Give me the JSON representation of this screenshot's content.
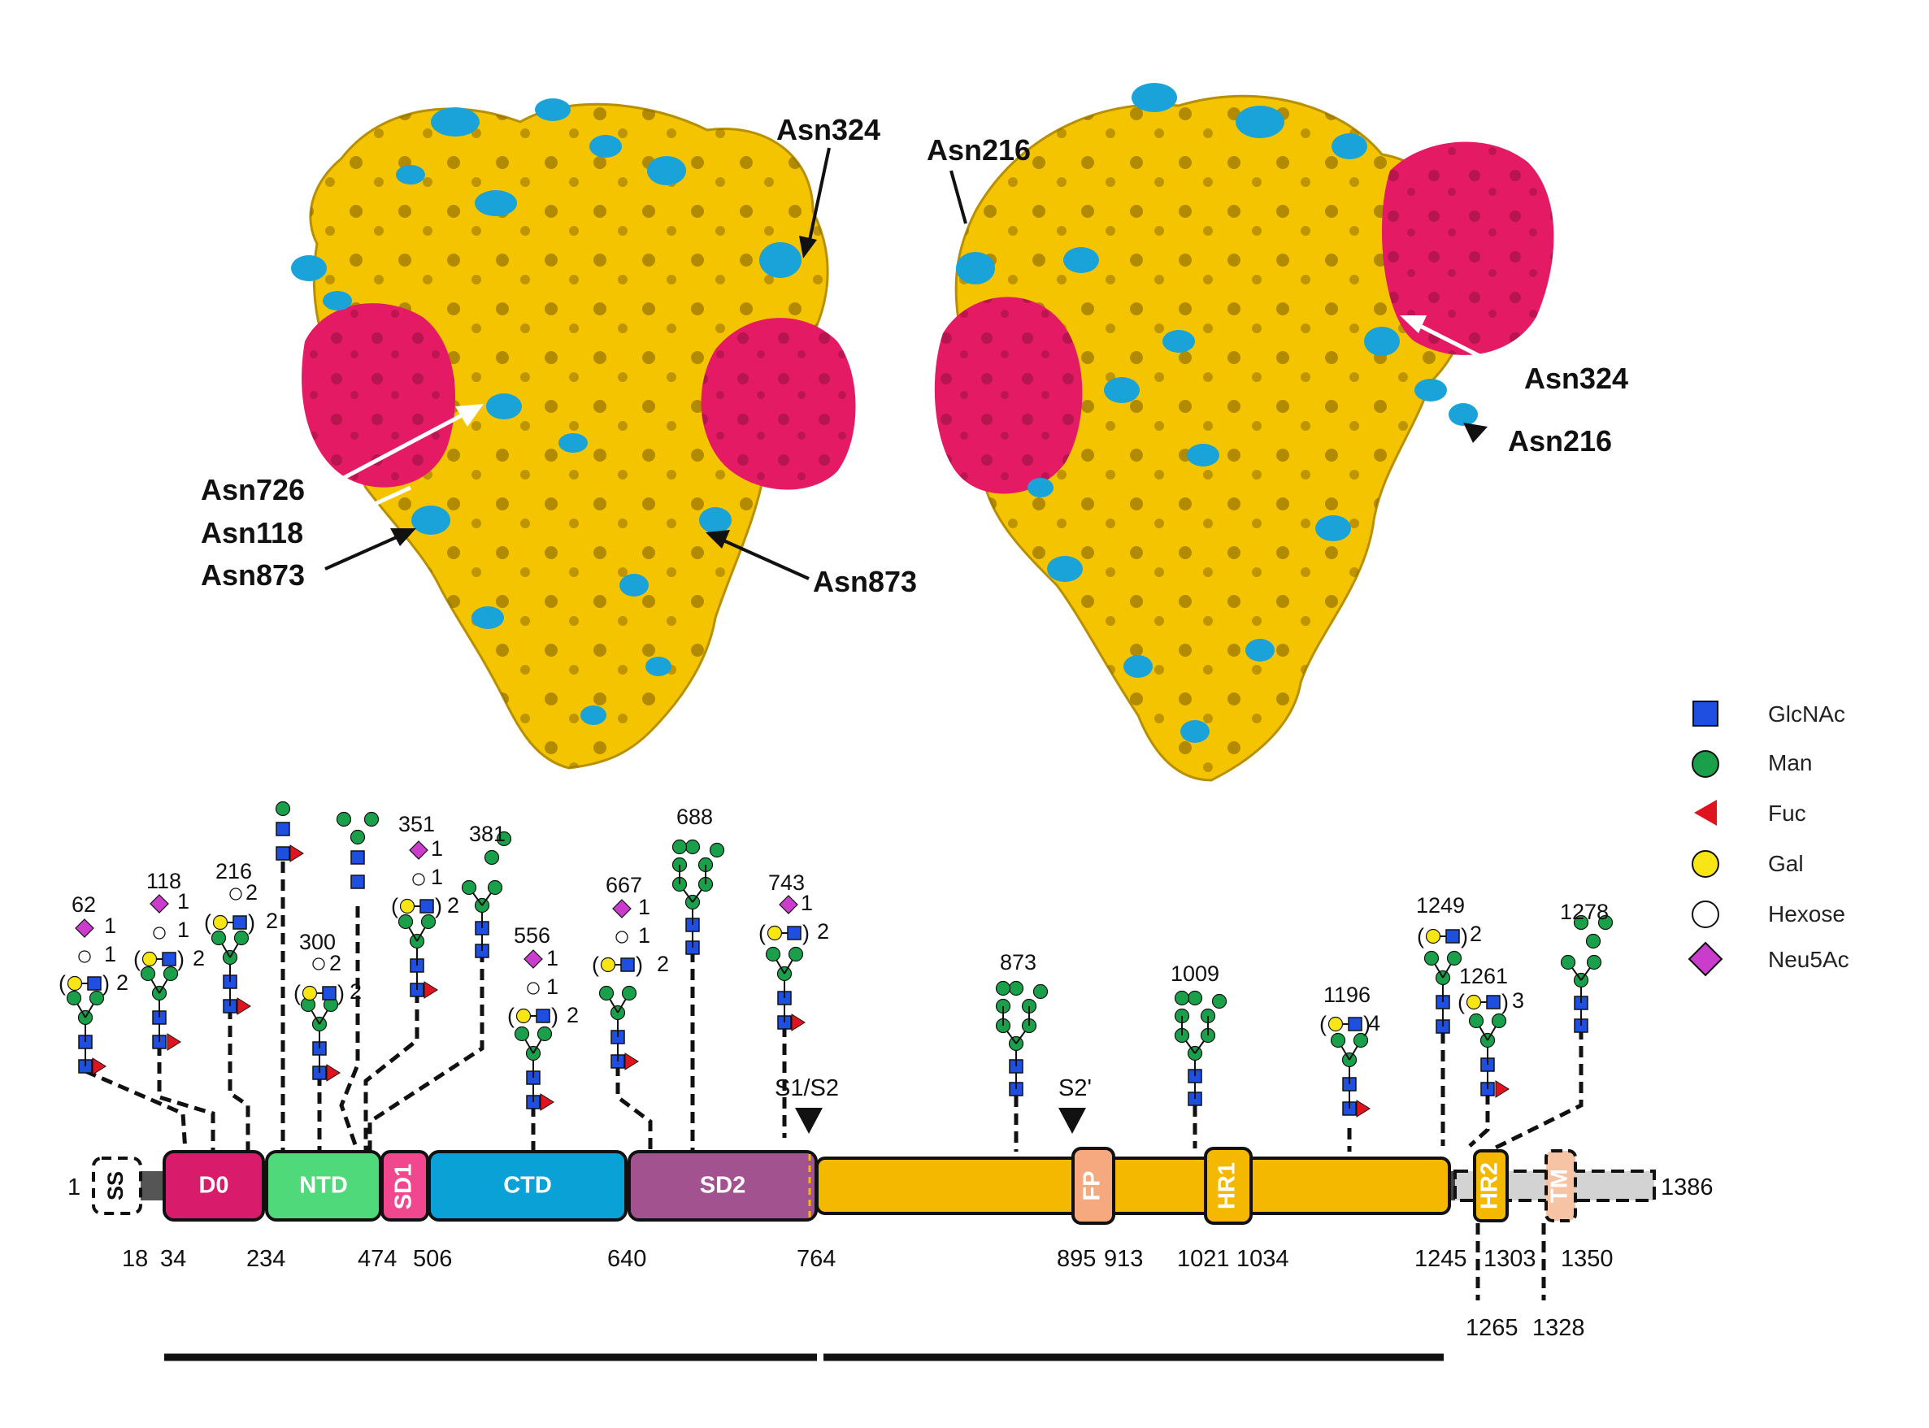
{
  "left_labels": {
    "asn324": "Asn324",
    "asn726": "Asn726",
    "asn118": "Asn118",
    "asn873_left": "Asn873",
    "asn873_right": "Asn873"
  },
  "right_labels": {
    "asn216_top": "Asn216",
    "asn324": "Asn324",
    "asn216_bottom": "Asn216"
  },
  "colors": {
    "yellow_map": "#f5c400",
    "blue_glycan": "#1aa3d9",
    "pink_domain": "#e51a64",
    "glcnac": "#1f4fe0",
    "man": "#1a9f4a",
    "fuc": "#e0141e",
    "gal": "#f7e516",
    "neu5ac": "#c93ccc"
  },
  "legend": [
    {
      "label": "GlcNAc",
      "icon": "blue-square-icon"
    },
    {
      "label": "Man",
      "icon": "green-circle-icon"
    },
    {
      "label": "Fuc",
      "icon": "red-triangle-icon"
    },
    {
      "label": "Gal",
      "icon": "yellow-circle-icon"
    },
    {
      "label": "Hexose",
      "icon": "white-circle-icon"
    },
    {
      "label": "Neu5Ac",
      "icon": "magenta-diamond-icon"
    }
  ],
  "domains": {
    "ss": "SS",
    "d0": "D0",
    "ntd": "NTD",
    "sd1": "SD1",
    "ctd": "CTD",
    "sd2": "SD2",
    "fp": "FP",
    "hr1": "HR1",
    "hr2": "HR2",
    "tm": "TM"
  },
  "positions": {
    "start": "1",
    "p18": "18",
    "p34": "34",
    "p234": "234",
    "p474": "474",
    "p506": "506",
    "p640": "640",
    "p764": "764",
    "p895": "895",
    "p913": "913",
    "p1021": "1021",
    "p1034": "1034",
    "p1245": "1245",
    "p1303": "1303",
    "p1350": "1350",
    "p1265": "1265",
    "p1328": "1328",
    "end": "1386"
  },
  "cleavage": {
    "s1s2": "S1/S2",
    "s2prime": "S2'"
  },
  "sites": {
    "s62": "62",
    "s118": "118",
    "s216": "216",
    "s300": "300",
    "s351": "351",
    "s381": "381",
    "s556": "556",
    "s667": "667",
    "s688": "688",
    "s743": "743",
    "s873": "873",
    "s1009": "1009",
    "s1196": "1196",
    "s1249": "1249",
    "s1261": "1261",
    "s1278": "1278"
  },
  "counts": {
    "s62_neu": "1",
    "s62_hex": "1",
    "s62_gal": "2",
    "s118_neu": "1",
    "s118_hex": "1",
    "s118_gal": "2",
    "s216_hex": "2",
    "s216_gal": "2",
    "s300_hex": "2",
    "s300_gal": "2",
    "s351_neu": "1",
    "s351_hex": "1",
    "s351_gal": "2",
    "s556_neu": "1",
    "s556_hex": "1",
    "s556_gal": "2",
    "s667_neu": "1",
    "s667_hex": "1",
    "s667_gal": "2",
    "s743_neu": "1",
    "s743_gal": "2",
    "s1196_gal": "4",
    "s1249_gal": "2",
    "s1261_gal": "3"
  }
}
